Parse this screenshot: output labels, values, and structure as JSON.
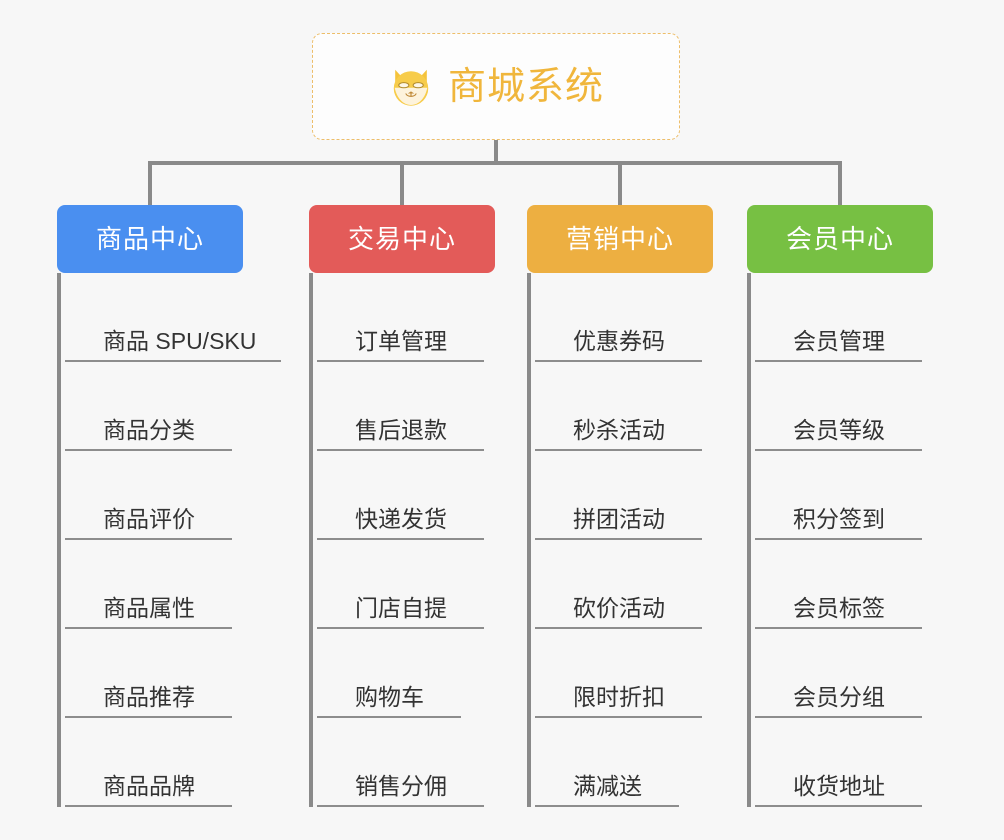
{
  "diagram": {
    "type": "mindmap",
    "title": "商城系统",
    "background_color": "#f7f7f7",
    "root": {
      "label": "商城系统",
      "icon": "shiba-inu-dog-face",
      "text_color": "#f0b63c",
      "border_color": "#edbe6a",
      "background_color": "#fdfdfd"
    },
    "connector_color": "#8a8a8a",
    "branches": [
      {
        "label": "商品中心",
        "color": "#4a8ff0",
        "items": [
          "商品 SPU/SKU",
          "商品分类",
          "商品评价",
          "商品属性",
          "商品推荐",
          "商品品牌"
        ]
      },
      {
        "label": "交易中心",
        "color": "#e35b59",
        "items": [
          "订单管理",
          "售后退款",
          "快递发货",
          "门店自提",
          "购物车",
          "销售分佣"
        ]
      },
      {
        "label": "营销中心",
        "color": "#edaf41",
        "items": [
          "优惠券码",
          "秒杀活动",
          "拼团活动",
          "砍价活动",
          "限时折扣",
          "满减送"
        ]
      },
      {
        "label": "会员中心",
        "color": "#77c043",
        "items": [
          "会员管理",
          "会员等级",
          "积分签到",
          "会员标签",
          "会员分组",
          "收货地址"
        ]
      }
    ]
  }
}
